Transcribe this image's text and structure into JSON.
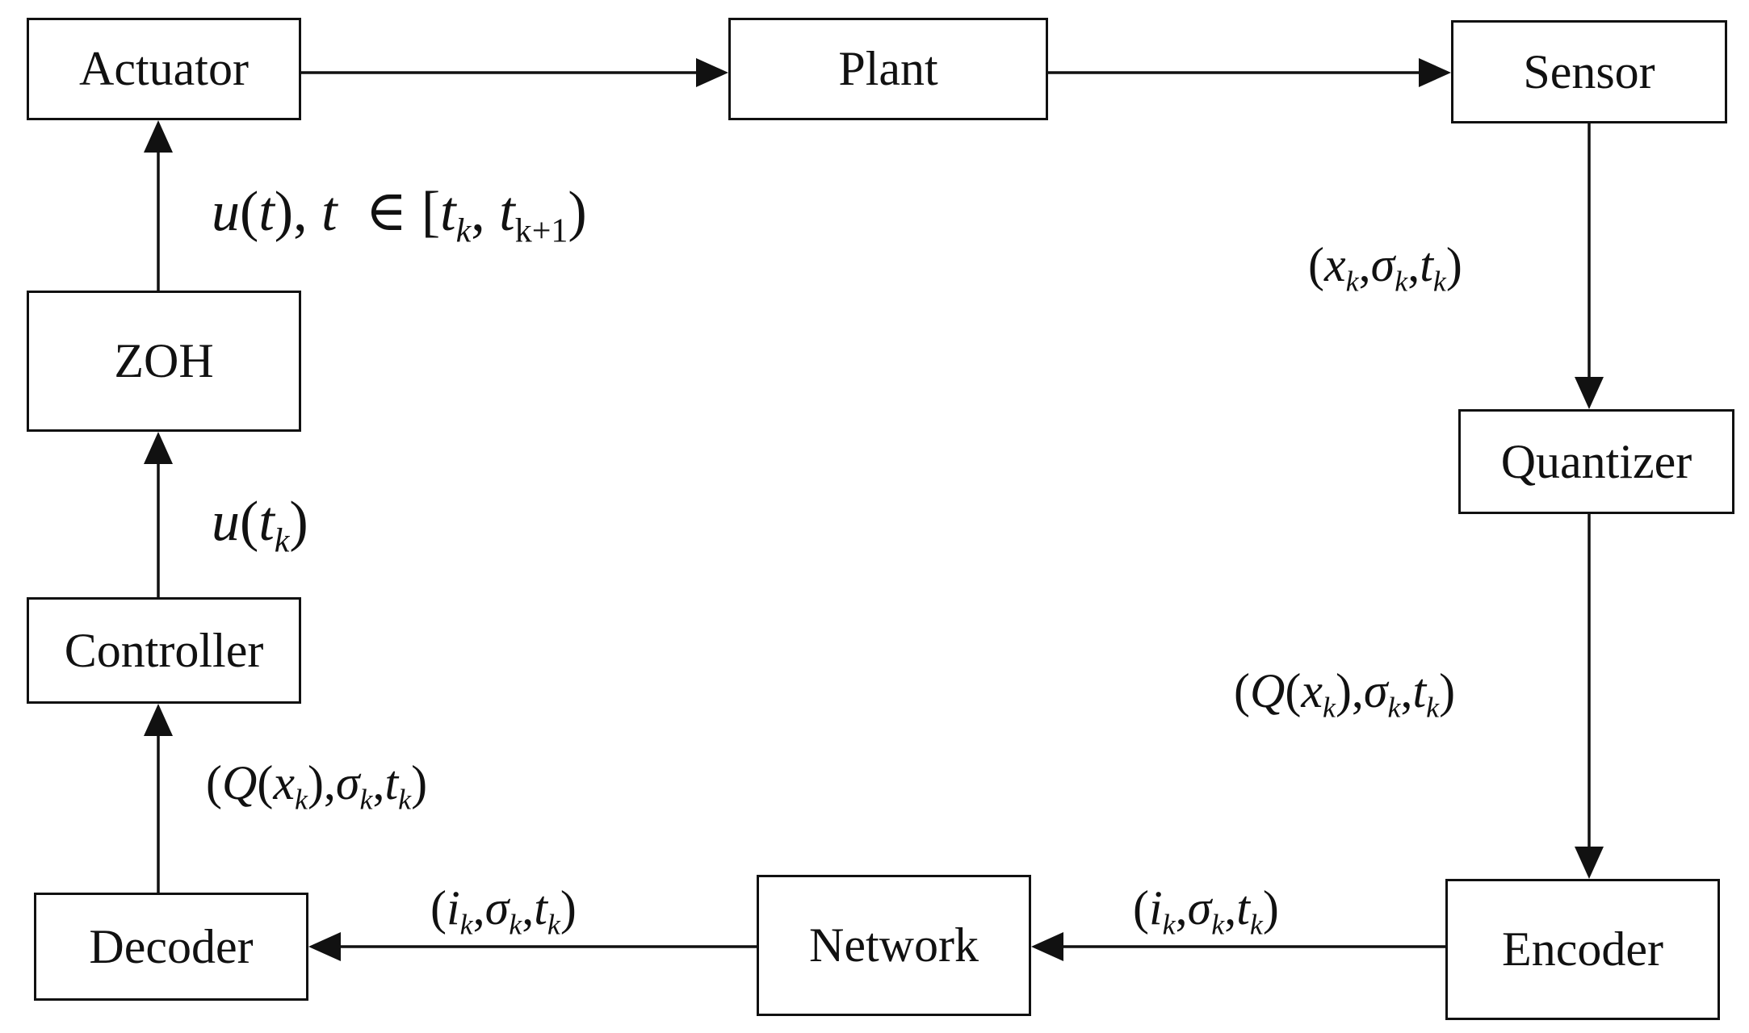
{
  "blocks": {
    "actuator": "Actuator",
    "plant": "Plant",
    "sensor": "Sensor",
    "zoh": "ZOH",
    "quantizer": "Quantizer",
    "controller": "Controller",
    "decoder": "Decoder",
    "network": "Network",
    "encoder": "Encoder"
  },
  "labels": {
    "control_hold": {
      "u": "u",
      "open1": "(",
      "t1": "t",
      "close1": "),",
      "t2": "t",
      "in": "∈",
      "lb": "[",
      "t3": "t",
      "k": "k",
      "comma": ",",
      "t4": "t",
      "kp1": "k+1",
      "rb": ")"
    },
    "control_sample": {
      "u": "u",
      "open": "(",
      "t": "t",
      "k": "k",
      "close": ")"
    },
    "sensor_out": {
      "open": "(",
      "x": "x",
      "k1": "k",
      "c1": ",",
      "sigma": "σ",
      "k2": "k",
      "c2": ",",
      "t": "t",
      "k3": "k",
      "close": ")"
    },
    "quantizer_out": {
      "open": "(",
      "Q": "Q",
      "open2": "(",
      "x": "x",
      "k1": "k",
      "close2": "),",
      "sigma": "σ",
      "k2": "k",
      "c2": ",",
      "t": "t",
      "k3": "k",
      "close": ")"
    },
    "decoder_out": {
      "open": "(",
      "Q": "Q",
      "open2": "(",
      "x": "x",
      "k1": "k",
      "close2": "),",
      "sigma": "σ",
      "k2": "k",
      "c2": ",",
      "t": "t",
      "k3": "k",
      "close": ")"
    },
    "encoder_out": {
      "open": "(",
      "i": "i",
      "k1": "k",
      "c1": ",",
      "sigma": "σ",
      "k2": "k",
      "c2": ",",
      "t": "t",
      "k3": "k",
      "close": ")"
    },
    "network_out": {
      "open": "(",
      "i": "i",
      "k1": "k",
      "c1": ",",
      "sigma": "σ",
      "k2": "k",
      "c2": ",",
      "t": "t",
      "k3": "k",
      "close": ")"
    }
  }
}
